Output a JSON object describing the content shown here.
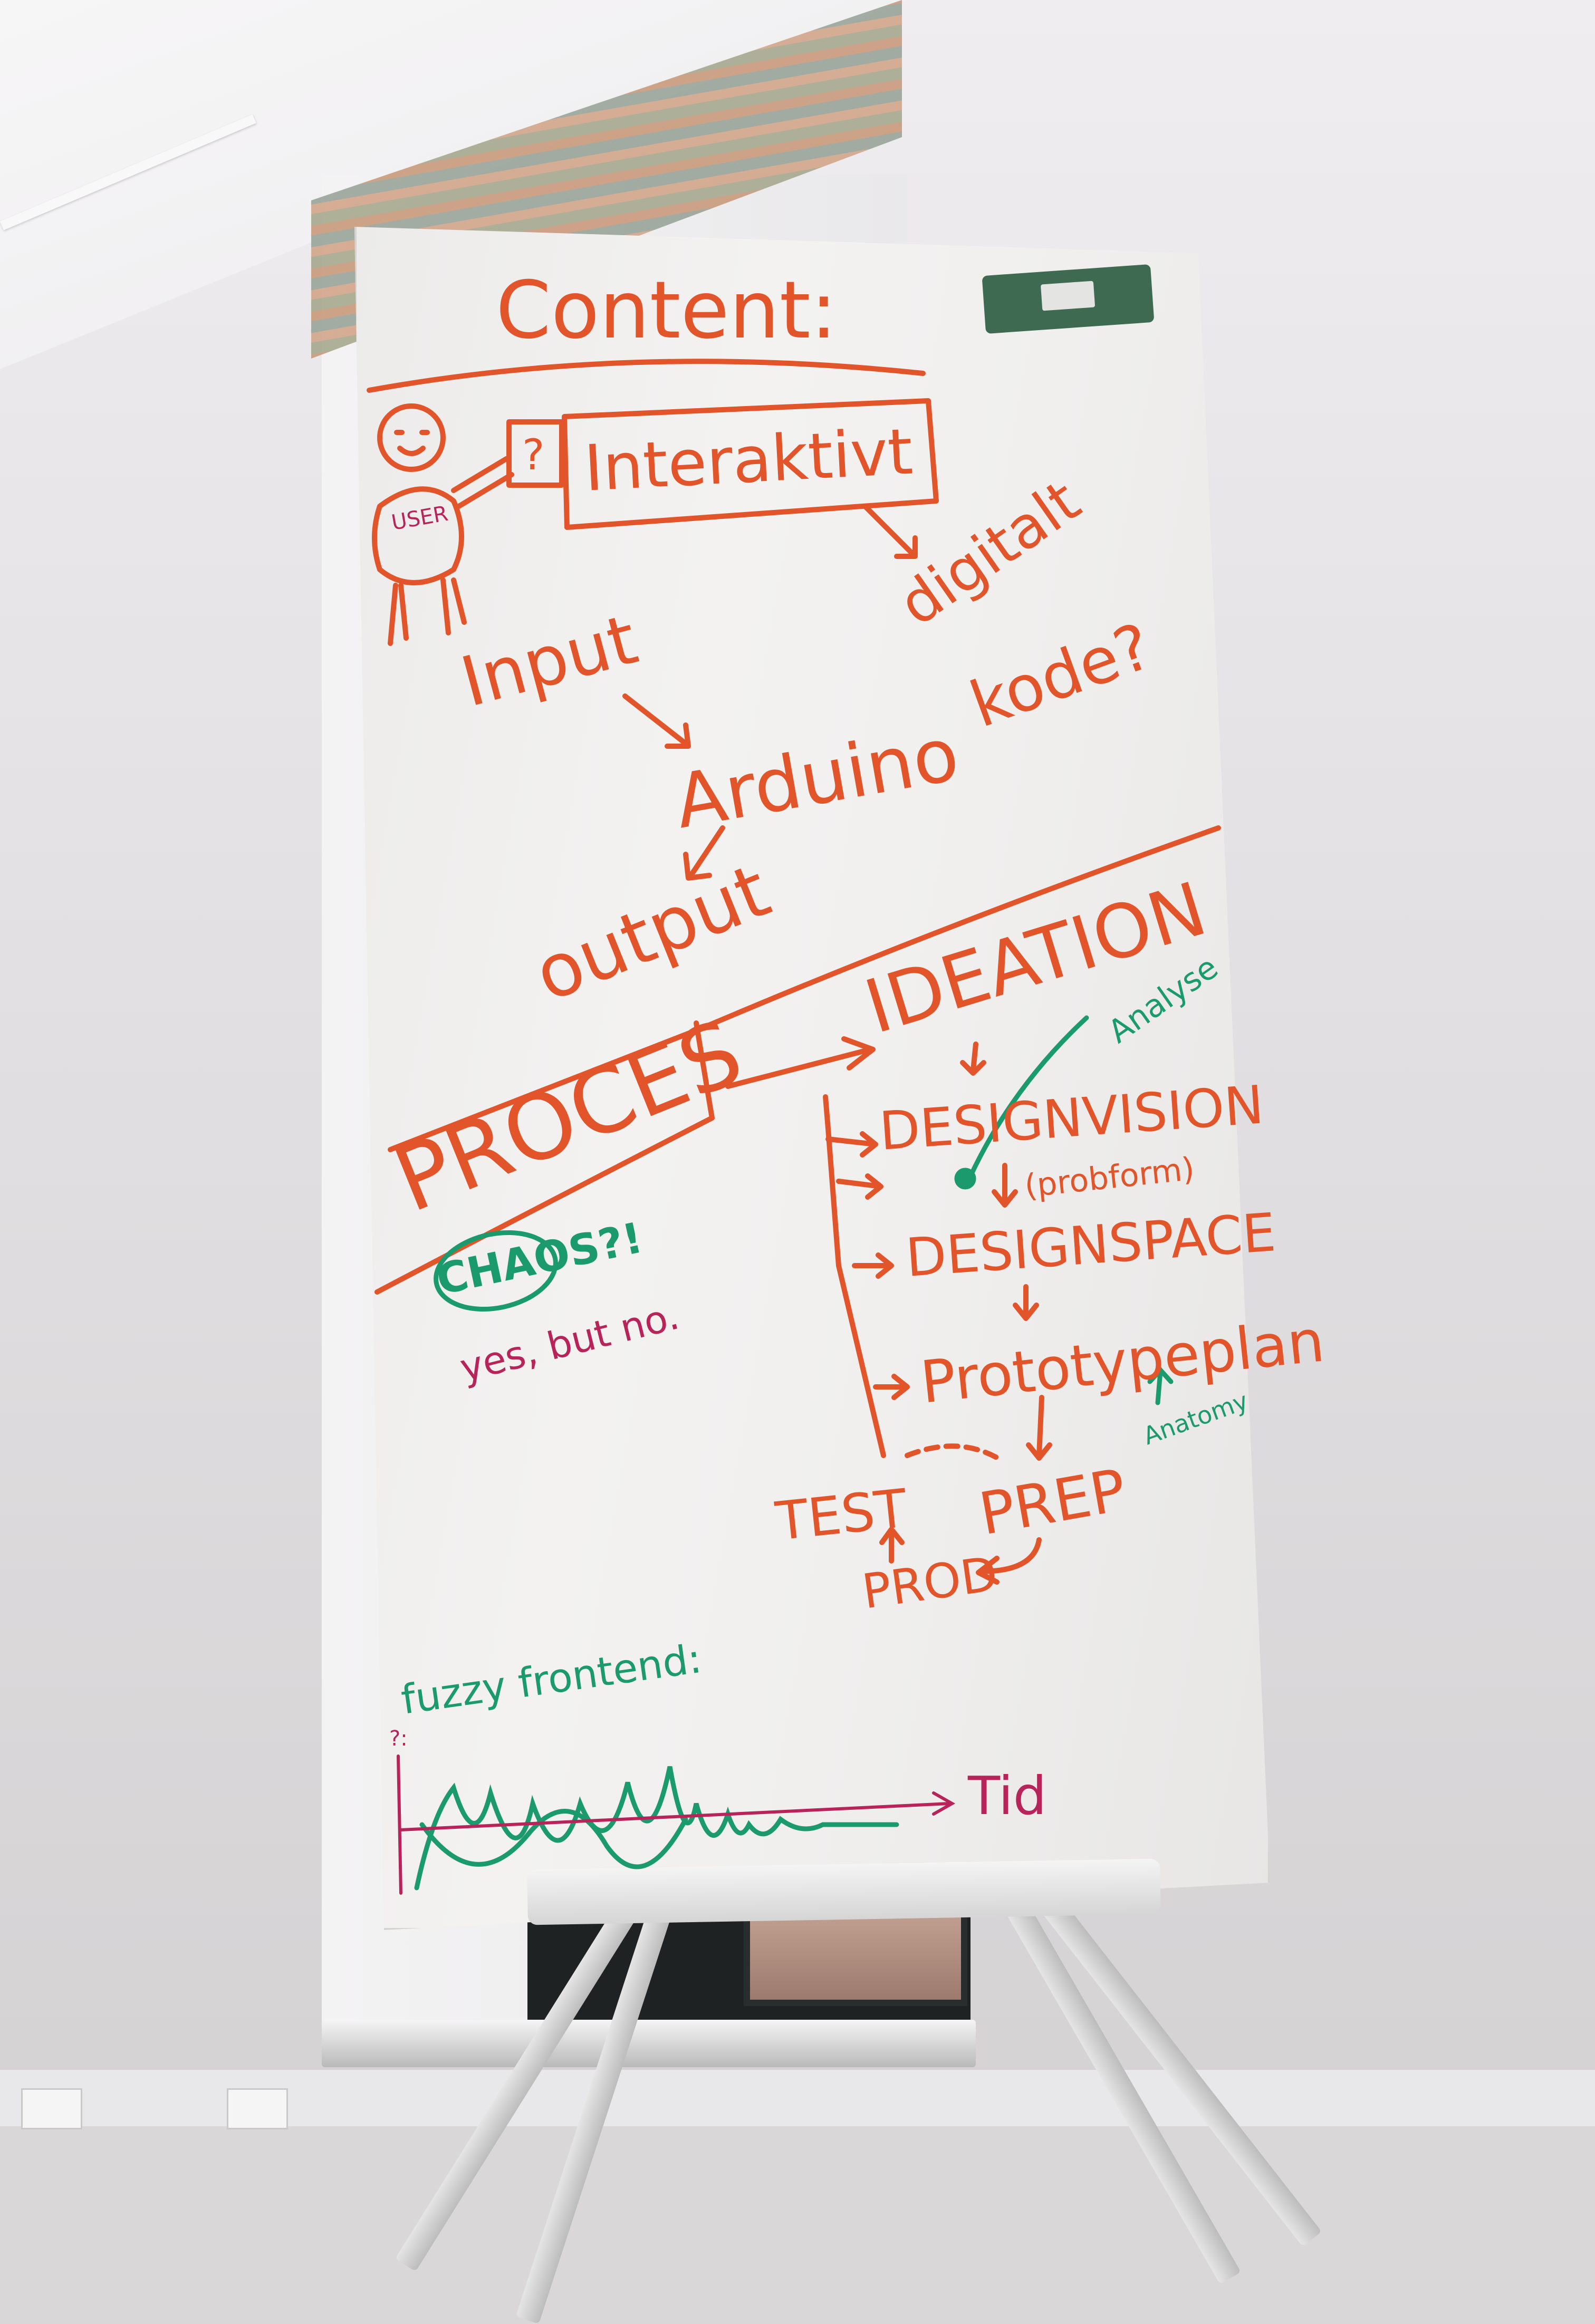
{
  "whiteboard": {
    "title": "Content:",
    "user_label": "USER",
    "question_mark_box": "?",
    "interaktivt": "Interaktivt",
    "digitalt": "digitalt",
    "input": "Input",
    "kode": "kode?",
    "arduino": "Arduino",
    "output": "output",
    "ideation": "IDEATION",
    "analyse": "Analyse",
    "proces": "PROCES",
    "chaos": "CHAOS?!",
    "yes_but_no": "yes, but no.",
    "designvision": "DESIGNVISION",
    "probform": "(probform)",
    "designspace": "DESIGNSPACE",
    "prototypeplan": "Prototypeplan",
    "anatomy": "Anatomy",
    "test": "TEST",
    "prep": "PREP",
    "prod": "PROD",
    "fuzzy_frontend": "fuzzy frontend:",
    "tid": "Tid",
    "fuzzy_question": "?:"
  },
  "colors": {
    "orange_marker": "#e2552a",
    "green_marker": "#1b9a6e",
    "magenta_marker": "#b8245a",
    "magnet": "#3e6a52"
  }
}
